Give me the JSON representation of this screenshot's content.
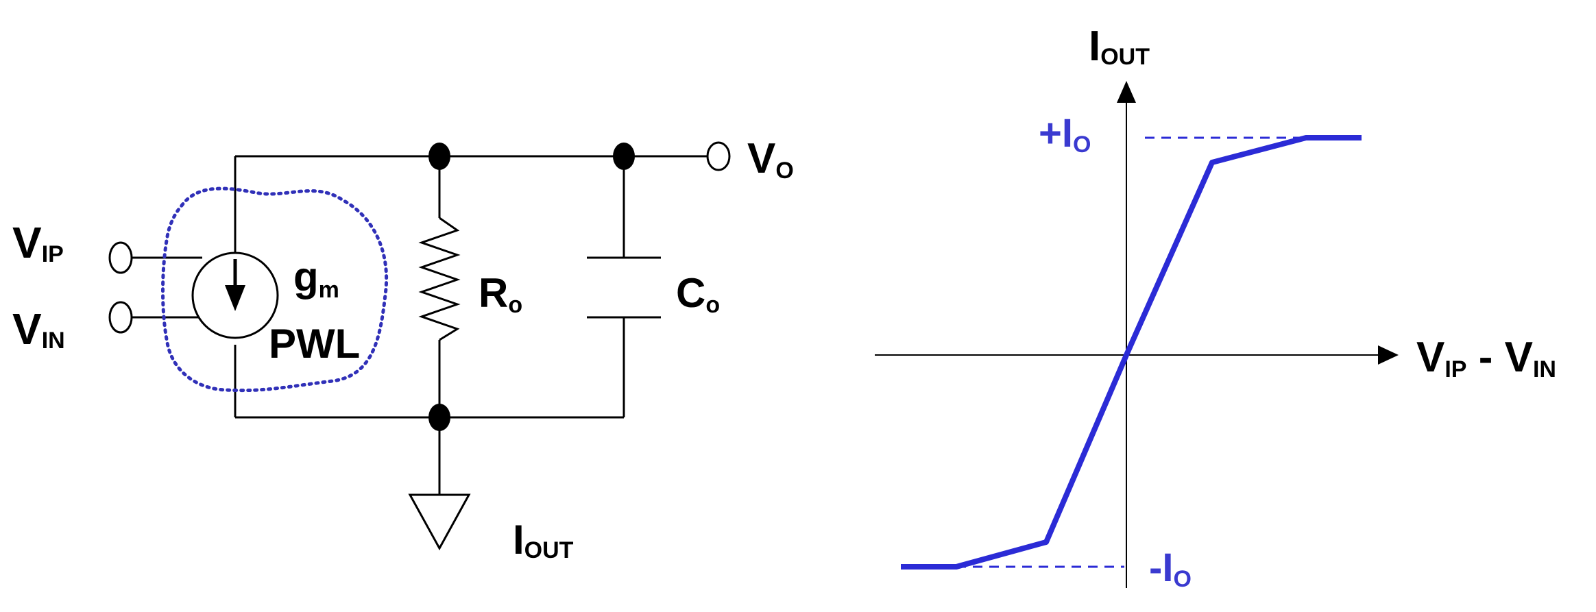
{
  "circuit": {
    "input_plus": {
      "main": "V",
      "sub": "IP"
    },
    "input_minus": {
      "main": "V",
      "sub": "IN"
    },
    "transconductance": {
      "main": "g",
      "sub": "m"
    },
    "block_label": "PWL",
    "resistor": {
      "main": "R",
      "sub": "o"
    },
    "capacitor": {
      "main": "C",
      "sub": "o"
    },
    "output_voltage": {
      "main": "V",
      "sub": "O"
    },
    "output_current": {
      "main": "I",
      "sub": "OUT"
    }
  },
  "graph": {
    "y_axis": {
      "main": "I",
      "sub": "OUT"
    },
    "x_axis": {
      "a_main": "V",
      "a_sub": "IP",
      "sep": " - ",
      "b_main": "V",
      "b_sub": "IN"
    },
    "pos_limit": {
      "main": "+I",
      "sub": "O"
    },
    "neg_limit": {
      "main": "-I",
      "sub": "O"
    }
  },
  "colors": {
    "wire": "#000000",
    "curve": "#2b2bd6",
    "limit_label": "#3a3ad0",
    "dotted_outline": "#3030b8"
  }
}
